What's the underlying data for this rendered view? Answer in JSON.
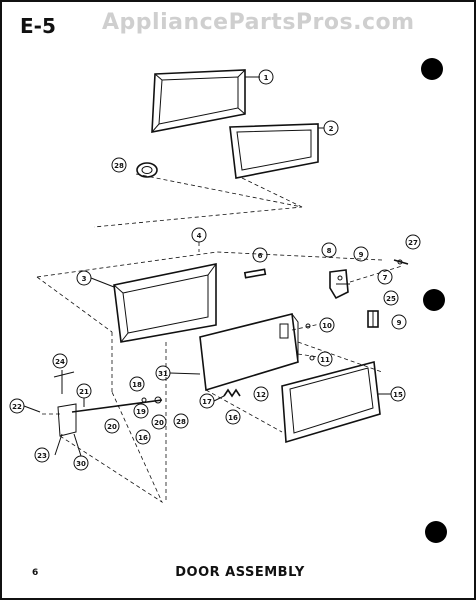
{
  "page_code": "E-5",
  "watermark": "AppliancePartsPros.com",
  "page_number": "6",
  "caption": "DOOR ASSEMBLY",
  "callouts": [
    "1",
    "2",
    "28",
    "4",
    "6",
    "8",
    "9",
    "27",
    "3",
    "7",
    "25",
    "10",
    "9",
    "11",
    "24",
    "21",
    "31",
    "18",
    "19",
    "20",
    "28",
    "22",
    "20",
    "16",
    "17",
    "16",
    "12",
    "23",
    "30"
  ],
  "colors": {
    "ink": "#111111",
    "watermark": "#cfcfcf",
    "paper": "#ffffff"
  }
}
